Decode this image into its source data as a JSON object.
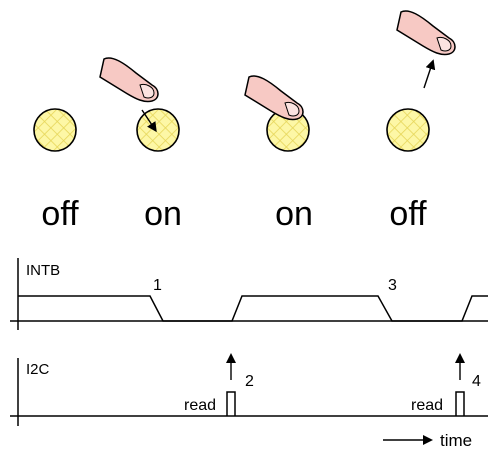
{
  "states": [
    "off",
    "on",
    "on",
    "off"
  ],
  "signals": {
    "intb": {
      "label": "INTB"
    },
    "i2c": {
      "label": "I2C"
    }
  },
  "events": [
    "1",
    "2",
    "3",
    "4"
  ],
  "read_labels": [
    "read",
    "read"
  ],
  "time_label": "time",
  "colors": {
    "pad_fill": "#fdf7a6",
    "pad_hatch": "#e8d85a",
    "finger_fill": "#f7c9c4",
    "finger_nail": "#fbe3e0",
    "stroke": "#000000"
  }
}
